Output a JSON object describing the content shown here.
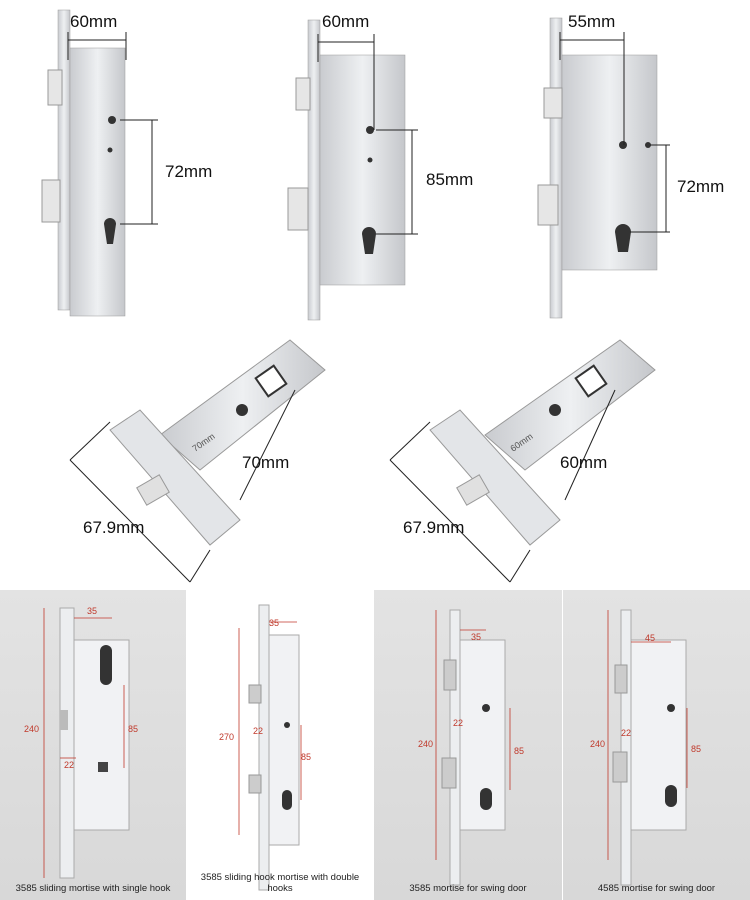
{
  "top_row": [
    {
      "width_label": "60mm",
      "spacing_label": "72mm"
    },
    {
      "width_label": "60mm",
      "spacing_label": "85mm"
    },
    {
      "width_label": "55mm",
      "spacing_label": "72mm"
    }
  ],
  "middle_row": [
    {
      "backset_label": "70mm",
      "faceplate_label": "67.9mm",
      "stamp": "70mm"
    },
    {
      "backset_label": "60mm",
      "faceplate_label": "67.9mm",
      "stamp": "60mm"
    }
  ],
  "bottom_row": [
    {
      "height": "240",
      "backset": "35",
      "spacing": "85",
      "thick": "22",
      "caption": "3585 sliding mortise with single hook"
    },
    {
      "height": "270",
      "backset": "35",
      "spacing": "85",
      "thick": "22",
      "caption": "3585 sliding hook mortise with double hooks"
    },
    {
      "height": "240",
      "backset": "35",
      "spacing": "85",
      "thick": "22",
      "caption": "3585 mortise for swing door"
    },
    {
      "height": "240",
      "backset": "45",
      "spacing": "85",
      "thick": "22",
      "caption": "4585 mortise for swing door"
    }
  ],
  "colors": {
    "steel": "#d9dbde",
    "dim_red": "#c0392b",
    "bg_bottom": "#dcdcdc"
  }
}
